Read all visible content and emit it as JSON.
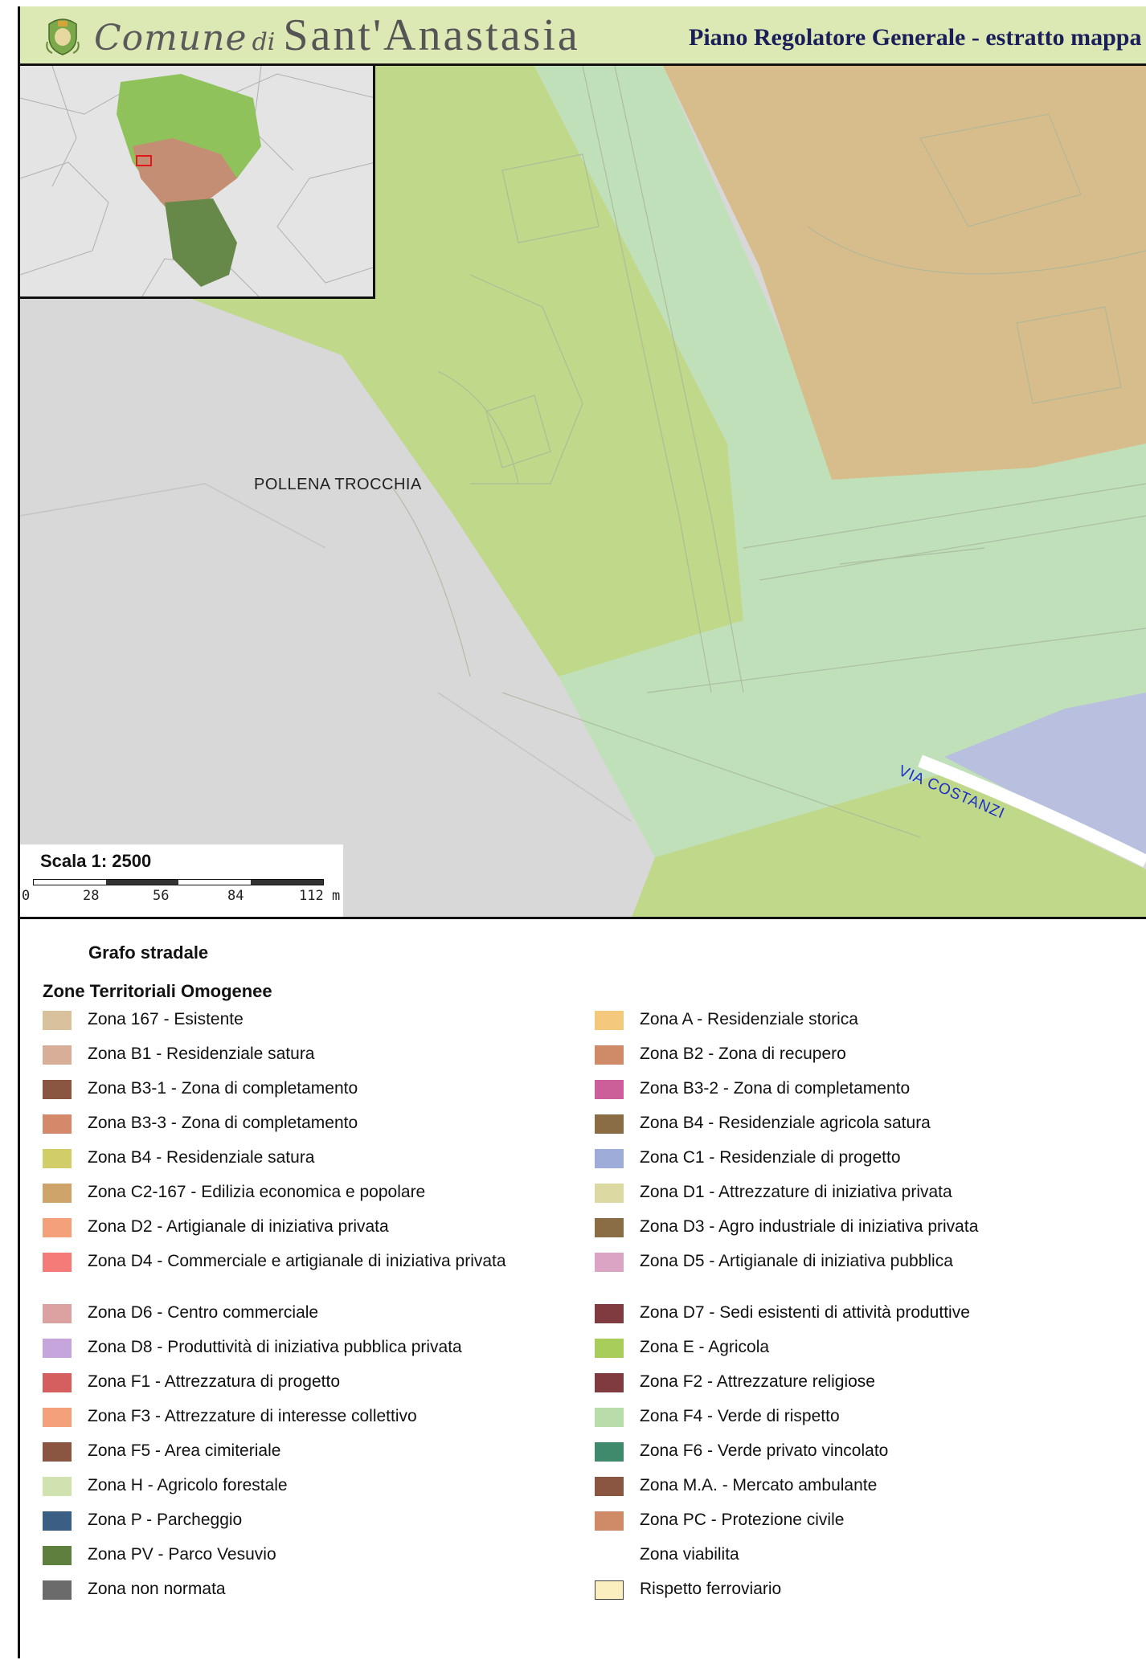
{
  "header": {
    "comune_word": "Comune",
    "di_word": "di",
    "town_name": "Sant'Anastasia",
    "plan_title": "Piano Regolatore Generale - estratto mappa"
  },
  "map": {
    "place_label": "POLLENA TROCCHIA",
    "road_label": "VIA COSTANZI",
    "colors": {
      "background": "#d8d8d8",
      "zona_e_agricola": "#c0d88a",
      "zona_f4_verde": "#bfe0b8",
      "zona_b4_agricola": "#d8bd8c",
      "zona_c1": "#b9c0df"
    }
  },
  "scale": {
    "title": "Scala 1: 2500",
    "ticks": [
      "0",
      "28",
      "56",
      "84",
      "112 m"
    ]
  },
  "legend": {
    "grafo_title": "Grafo stradale",
    "zone_title": "Zone Territoriali Omogenee",
    "left": [
      {
        "label": "Zona 167 - Esistente",
        "color": "#d9c19e"
      },
      {
        "label": "Zona B1 - Residenziale satura",
        "color": "#d9ae98"
      },
      {
        "label": "Zona B3-1 - Zona di completamento",
        "color": "#8a5642"
      },
      {
        "label": "Zona B3-3 - Zona di completamento",
        "color": "#d4896a"
      },
      {
        "label": "Zona B4 - Residenziale satura",
        "color": "#d1ce6a"
      },
      {
        "label": "Zona C2-167 - Edilizia economica e popolare",
        "color": "#cfa46a"
      },
      {
        "label": "Zona D2 - Artigianale di iniziativa privata",
        "color": "#f4a07a"
      },
      {
        "label": "Zona D4 - Commerciale e artigianale di iniziativa privata",
        "color": "#f57b78",
        "tall": true
      },
      {
        "label": "Zona D6 - Centro commerciale",
        "color": "#dca1a1"
      },
      {
        "label": "Zona D8 - Produttività di iniziativa pubblica privata",
        "color": "#c6a5dc"
      },
      {
        "label": "Zona F1 - Attrezzatura di progetto",
        "color": "#d55f5f"
      },
      {
        "label": "Zona F3 - Attrezzature di interesse collettivo",
        "color": "#f4a07a"
      },
      {
        "label": "Zona F5 - Area cimiteriale",
        "color": "#8a5642"
      },
      {
        "label": "Zona H - Agricolo forestale",
        "color": "#cfe2b0"
      },
      {
        "label": "Zona P - Parcheggio",
        "color": "#3b5e84"
      },
      {
        "label": "Zona PV - Parco Vesuvio",
        "color": "#5f7f3e"
      },
      {
        "label": "Zona non normata",
        "color": "#6b6b6b"
      }
    ],
    "right": [
      {
        "label": "Zona A - Residenziale storica",
        "color": "#f5c97d"
      },
      {
        "label": "Zona B2 - Zona di recupero",
        "color": "#cf8a68"
      },
      {
        "label": "Zona B3-2 - Zona di completamento",
        "color": "#cc5f9a"
      },
      {
        "label": "Zona B4 - Residenziale agricola satura",
        "color": "#8a6c45"
      },
      {
        "label": "Zona C1 - Residenziale di progetto",
        "color": "#9dacd8"
      },
      {
        "label": "Zona D1 - Attrezzature di iniziativa privata",
        "color": "#dcd9a2"
      },
      {
        "label": "Zona D3 - Agro industriale di iniziativa privata",
        "color": "#8a6c45"
      },
      {
        "label": "Zona D5 - Artigianale di iniziativa pubblica",
        "color": "#dca4c4",
        "tall": true
      },
      {
        "label": "Zona D7 - Sedi esistenti di attività produttive",
        "color": "#7f3b3f"
      },
      {
        "label": "Zona E - Agricola",
        "color": "#a8cd5a"
      },
      {
        "label": "Zona F2 - Attrezzature religiose",
        "color": "#7f3b3f"
      },
      {
        "label": "Zona F4 - Verde di rispetto",
        "color": "#b8dcaa"
      },
      {
        "label": "Zona F6 - Verde privato vincolato",
        "color": "#3f8a6c"
      },
      {
        "label": "Zona M.A. - Mercato ambulante",
        "color": "#8a5642"
      },
      {
        "label": "Zona PC - Protezione civile",
        "color": "#cf8a68"
      },
      {
        "label": "Zona viabilita",
        "color": "transparent"
      },
      {
        "label": "Rispetto ferroviario",
        "color": "#fbefc0",
        "border": true
      }
    ]
  }
}
